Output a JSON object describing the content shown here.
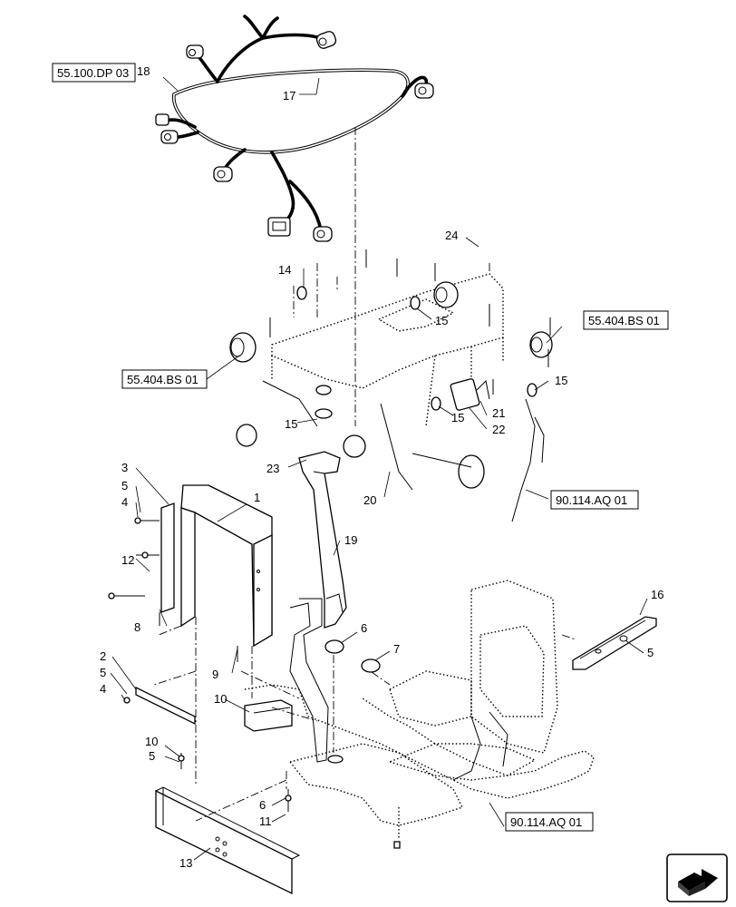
{
  "callouts": [
    {
      "id": "c1",
      "text": "1"
    },
    {
      "id": "c2",
      "text": "2"
    },
    {
      "id": "c3",
      "text": "3"
    },
    {
      "id": "c4a",
      "text": "4"
    },
    {
      "id": "c4b",
      "text": "4"
    },
    {
      "id": "c5a",
      "text": "5"
    },
    {
      "id": "c5b",
      "text": "5"
    },
    {
      "id": "c5c",
      "text": "5"
    },
    {
      "id": "c5d",
      "text": "5"
    },
    {
      "id": "c6a",
      "text": "6"
    },
    {
      "id": "c6b",
      "text": "6"
    },
    {
      "id": "c7",
      "text": "7"
    },
    {
      "id": "c8",
      "text": "8"
    },
    {
      "id": "c9",
      "text": "9"
    },
    {
      "id": "c10a",
      "text": "10"
    },
    {
      "id": "c10b",
      "text": "10"
    },
    {
      "id": "c11",
      "text": "11"
    },
    {
      "id": "c12",
      "text": "12"
    },
    {
      "id": "c13",
      "text": "13"
    },
    {
      "id": "c14",
      "text": "14"
    },
    {
      "id": "c15a",
      "text": "15"
    },
    {
      "id": "c15b",
      "text": "15"
    },
    {
      "id": "c15c",
      "text": "15"
    },
    {
      "id": "c15d",
      "text": "15"
    },
    {
      "id": "c16",
      "text": "16"
    },
    {
      "id": "c17",
      "text": "17"
    },
    {
      "id": "c18",
      "text": "18"
    },
    {
      "id": "c19",
      "text": "19"
    },
    {
      "id": "c20",
      "text": "20"
    },
    {
      "id": "c21",
      "text": "21"
    },
    {
      "id": "c22",
      "text": "22"
    },
    {
      "id": "c23",
      "text": "23"
    },
    {
      "id": "c24",
      "text": "24"
    }
  ],
  "references": [
    {
      "id": "r1",
      "text": "55.100.DP 03"
    },
    {
      "id": "r2",
      "text": "55.404.BS 01"
    },
    {
      "id": "r3",
      "text": "55.404.BS 01"
    },
    {
      "id": "r4",
      "text": "90.114.AQ 01"
    },
    {
      "id": "r5",
      "text": "90.114.AQ 01"
    }
  ],
  "icons": {
    "nav": "next-page-arrow-icon"
  }
}
